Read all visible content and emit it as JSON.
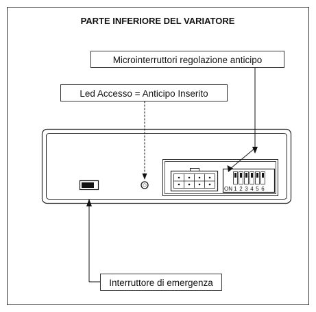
{
  "title": "PARTE INFERIORE DEL VARIATORE",
  "labels": {
    "microswitches": "Microinterruttori regolazione anticipo",
    "led": "Led Accesso = Anticipo Inserito",
    "emergency": "Interruttore di emergenza"
  },
  "dip_switch": {
    "on_label": "ON",
    "numbers": [
      "1",
      "2",
      "3",
      "4",
      "5",
      "6"
    ]
  }
}
